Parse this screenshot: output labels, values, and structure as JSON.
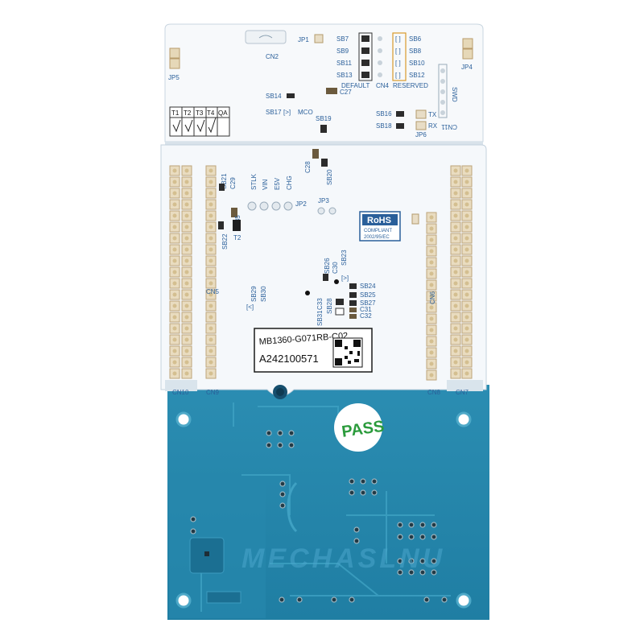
{
  "board": {
    "part_number": "MB1360-G071RB-C02",
    "serial": "A242100571",
    "pass_stamp": "PASS",
    "watermark": "MECHASLNU",
    "rohs": {
      "title": "RoHS",
      "line1": "COMPLIANT",
      "line2": "2002/95/EC"
    }
  },
  "qa_box": [
    "T1",
    "T2",
    "T3",
    "T4",
    "QA"
  ],
  "labels": {
    "cn2": "CN2",
    "jp1": "JP1",
    "jp5": "JP5",
    "jp4": "JP4",
    "jp6": "JP6",
    "cn4": "CN4",
    "default": "DEFAULT",
    "reserved": "RESERVED",
    "sb7": "SB7",
    "sb9": "SB9",
    "sb11": "SB11",
    "sb13": "SB13",
    "sb6": "SB6",
    "sb8": "SB8",
    "sb10": "SB10",
    "sb12": "SB12",
    "sb14": "SB14",
    "c27": "C27",
    "sb17": "SB17",
    "mco": "MCO",
    "sb19": "SB19",
    "sb16": "SB16",
    "sb18": "SB18",
    "tx": "TX",
    "rx": "RX",
    "swd": "SWD",
    "cn11": "CN11",
    "c28": "C28",
    "sb20": "SB20",
    "sb21": "SB21",
    "c29": "C29",
    "stlk": "STLK",
    "vin": "VIN",
    "e5v": "E5V",
    "chg": "CHG",
    "jp2": "JP2",
    "jp3": "JP3",
    "r35": "R35",
    "t2": "T2",
    "sb22": "SB22",
    "cn5": "CN5",
    "cn6": "CN6",
    "sb26": "SB26",
    "c30": "C30",
    "sb23": "SB23",
    "sb29": "SB29",
    "sb30": "SB30",
    "sb24": "SB24",
    "sb25": "SB25",
    "sb27": "SB27",
    "c31": "C31",
    "c32": "C32",
    "sb31": "SB31",
    "c33": "C33",
    "sb28": "SB28",
    "cn10": "CN10",
    "cn9": "CN9",
    "cn8": "CN8",
    "cn7": "CN7"
  }
}
